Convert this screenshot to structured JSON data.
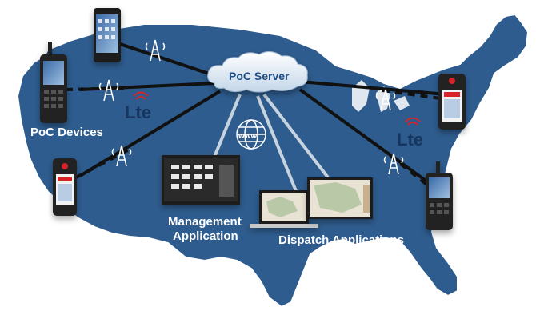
{
  "server": {
    "label": "PoC Server"
  },
  "labels": {
    "poc_devices": "PoC Devices",
    "management_line1": "Management",
    "management_line2": "Application",
    "dispatch": "Dispatch Applications"
  },
  "network": {
    "lte_left": "Lte",
    "lte_right": "Lte",
    "www": "www"
  },
  "colors": {
    "map": "#2e5c8e",
    "map_outline": "#ffffff",
    "cloud": "#dfeaf4",
    "link_line": "#111111",
    "app_line": "#c7d3df",
    "lte_signal": "#d6242a",
    "radio_body": "#222222"
  },
  "icons": [
    "radio-tower-icon",
    "globe-icon",
    "cloud-icon",
    "handheld-radio-icon",
    "smartphone-icon",
    "laptop-icon",
    "monitor-icon",
    "lte-signal-icon"
  ]
}
